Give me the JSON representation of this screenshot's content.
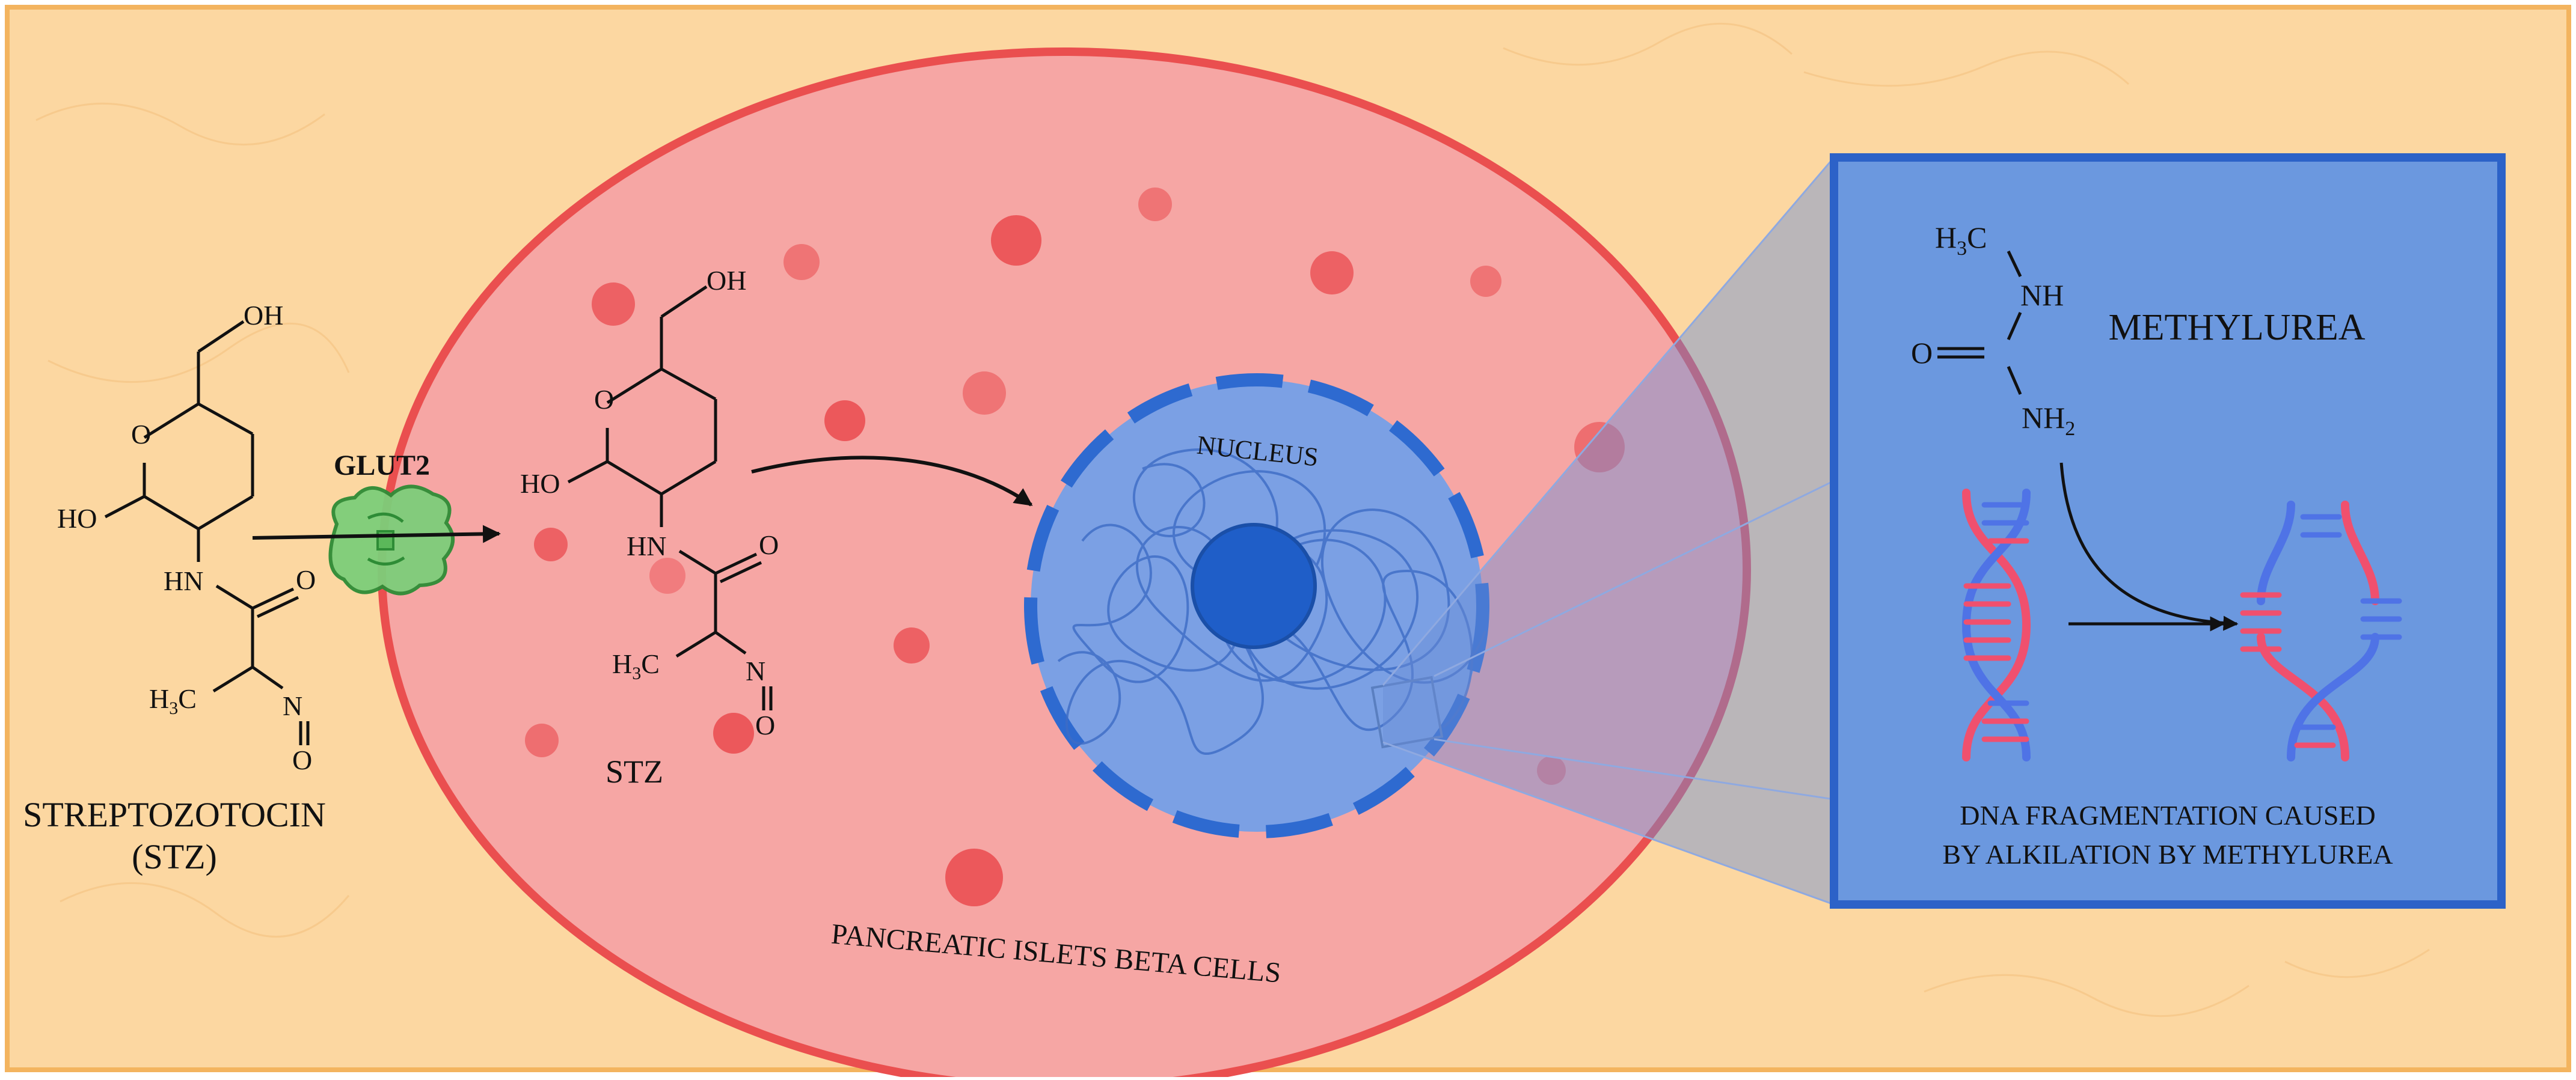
{
  "labels": {
    "glut2": "GLUT2",
    "stz_name_line1": "STREPTOZOTOCIN",
    "stz_name_line2": "(STZ)",
    "stz_short": "STZ",
    "nucleus": "NUCLEUS",
    "cell": "PANCREATIC ISLETS BETA CELLS",
    "methylurea": "METHYLUREA",
    "dna_line1": "DNA FRAGMENTATION CAUSED",
    "dna_line2": "BY ALKILATION BY METHYLUREA"
  },
  "chem": {
    "oh": "OH",
    "o": "O",
    "ho": "HO",
    "hn": "HN",
    "h3c": "H",
    "h3c_sub": "3",
    "h3c_c": "C",
    "n": "N",
    "nh": "NH",
    "nh2": "NH",
    "nh2_sub": "2",
    "o_eq": "O",
    "eq": "="
  },
  "colors": {
    "background": "#fcd7a1",
    "frame": "#f3b45f",
    "cell_fill": "#f6a6a4",
    "cell_border": "#ea4f4f",
    "vesicle": "#ea4a4f",
    "nucleus_fill": "#7ba0e4",
    "nucleus_border": "#2e6ad0",
    "nucleolus": "#1f5ec8",
    "zoom_panel": "#6b98df",
    "zoom_border": "#2c62c8",
    "glut2": "#7dce7a",
    "dna_blue": "#4f73e6",
    "dna_red": "#f0506e"
  }
}
